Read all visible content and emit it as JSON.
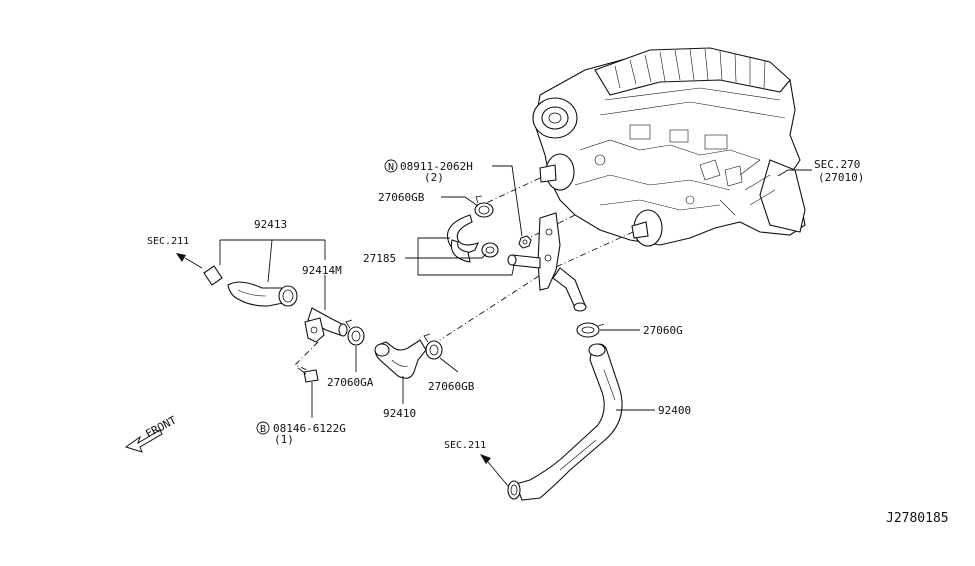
{
  "callouts": {
    "sec270": "SEC.270",
    "sec270_sub": "(27010)",
    "nut_code": "08911-2062H",
    "nut_qty": "(2)",
    "nut_symbol": "N",
    "clamp_27060GB_top": "27060GB",
    "hose_27185": "27185",
    "hose_92413": "92413",
    "pipe_92414M": "92414M",
    "sec211_left": "SEC.211",
    "clamp_27060G": "27060G",
    "clamp_27060GA": "27060GA",
    "clamp_27060GB_bottom": "27060GB",
    "hose_92410": "92410",
    "hose_92400": "92400",
    "bolt_code": "08146-6122G",
    "bolt_qty": "(1)",
    "bolt_symbol": "B",
    "front": "FRONT",
    "sec211_bottom": "SEC.211",
    "diagram_id": "J2780185"
  }
}
